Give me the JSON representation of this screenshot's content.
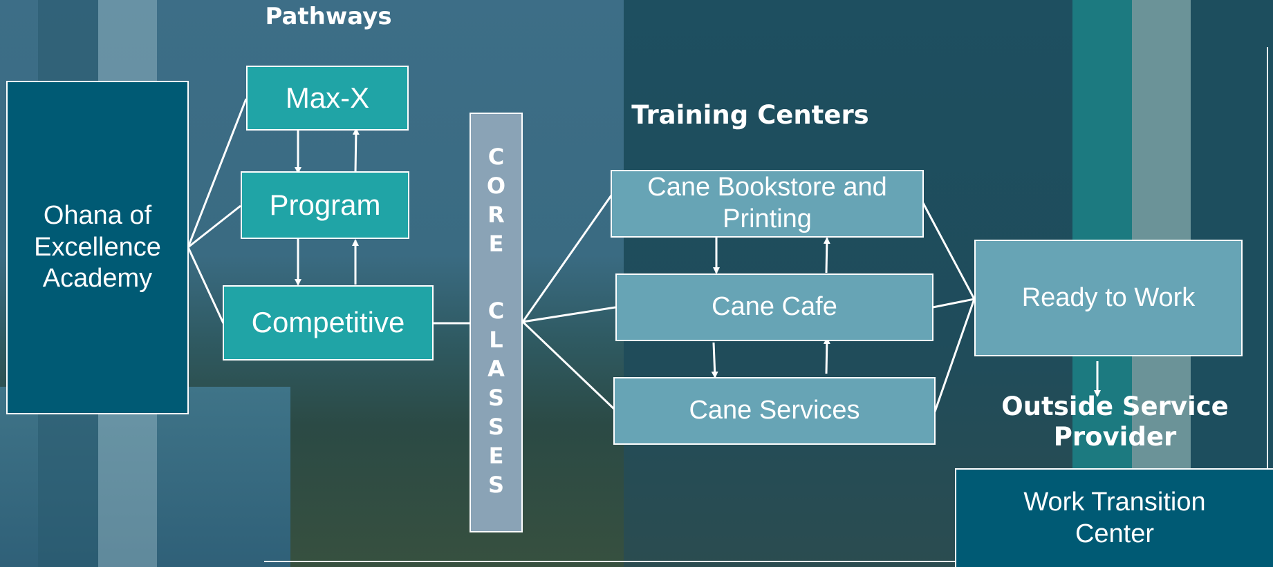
{
  "headings": {
    "pathways": "Pathways",
    "training_centers": "Training Centers",
    "outside_provider_line1": "Outside Service",
    "outside_provider_line2": "Provider"
  },
  "nodes": {
    "ohana": [
      "Ohana of",
      "Excellence",
      "Academy"
    ],
    "maxx": "Max-X",
    "program": "Program",
    "competitive": "Competitive",
    "bookstore": [
      "Cane Bookstore and",
      "Printing"
    ],
    "cafe": "Cane Cafe",
    "services": "Cane Services",
    "ready": "Ready to Work",
    "work_transition": [
      "Work Transition",
      "Center"
    ]
  },
  "core_classes": [
    "C",
    "O",
    "R",
    "E",
    "C",
    "L",
    "A",
    "S",
    "S",
    "E",
    "S"
  ],
  "colors": {
    "dark_box": "#005a74",
    "teal_box": "#20a4a6",
    "steel_box": "#67a4b5",
    "core_box": "#8aa3b6",
    "connector": "#ffffff"
  }
}
